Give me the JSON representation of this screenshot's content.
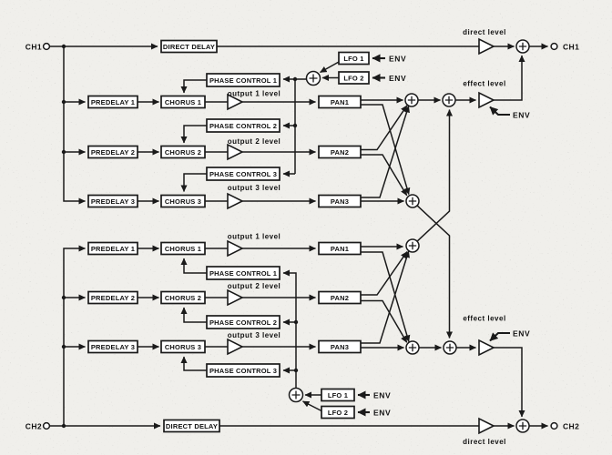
{
  "diagram_type": "signal-flow-block-diagram",
  "colors": {
    "line": "#1a1a1a",
    "box_fill": "#ffffff",
    "background": "#f0efeb"
  },
  "io": {
    "ch1": "CH1",
    "ch2": "CH2"
  },
  "labels": {
    "direct_delay": "DIRECT DELAY",
    "predelay_1": "PREDELAY 1",
    "predelay_2": "PREDELAY 2",
    "predelay_3": "PREDELAY 3",
    "chorus_1": "CHORUS 1",
    "chorus_2": "CHORUS 2",
    "chorus_3": "CHORUS 3",
    "phase_control_1": "PHASE CONTROL 1",
    "phase_control_2": "PHASE CONTROL 2",
    "phase_control_3": "PHASE CONTROL 3",
    "pan_1": "PAN1",
    "pan_2": "PAN2",
    "pan_3": "PAN3",
    "lfo_1": "LFO 1",
    "lfo_2": "LFO 2",
    "env": "ENV",
    "output_1_level": "output 1 level",
    "output_2_level": "output 2 level",
    "output_3_level": "output 3 level",
    "direct_level": "direct level",
    "effect_level": "effect level"
  }
}
